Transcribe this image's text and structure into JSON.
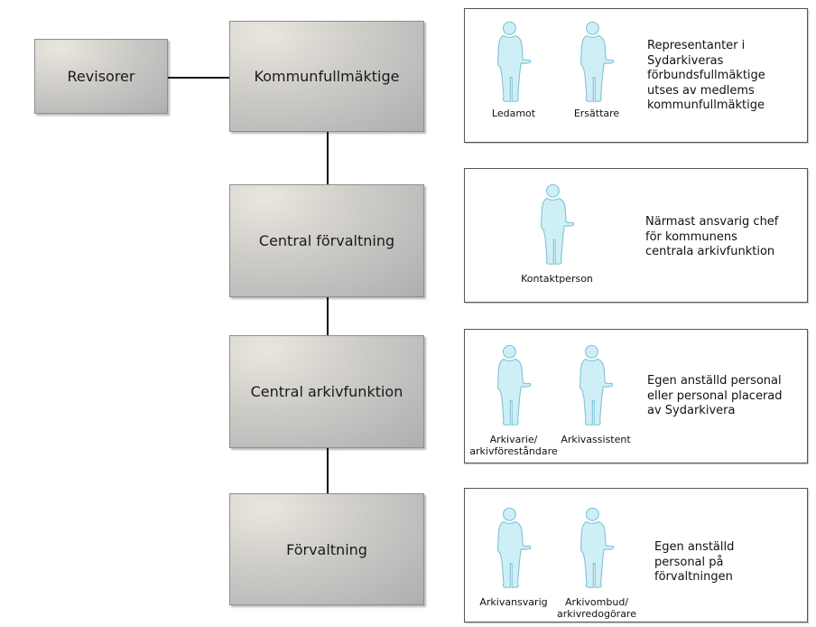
{
  "org_boxes": {
    "revisorer": "Revisorer",
    "kommunfullmaktige": "Kommunfullmäktige",
    "central_forvaltning": "Central förvaltning",
    "central_arkivfunktion": "Central arkivfunktion",
    "forvaltning": "Förvaltning"
  },
  "panels": {
    "kommunfullmaktige": {
      "text": "Representanter i\nSydarkiveras\nförbundsfullmäktige\nutses av medlems\nkommunfullmäktige",
      "persons": [
        "Ledamot",
        "Ersättare"
      ]
    },
    "central_forvaltning": {
      "text": "Närmast ansvarig chef\nför kommunens\ncentrala arkivfunktion",
      "persons": [
        "Kontaktperson"
      ]
    },
    "central_arkivfunktion": {
      "text": "Egen anställd personal\neller personal placerad\nav Sydarkivera",
      "persons": [
        "Arkivarie/\narkivföreståndare",
        "Arkivassistent"
      ]
    },
    "forvaltning": {
      "text": "Egen anställd\npersonal på\nförvaltningen",
      "persons": [
        "Arkivansvarig",
        "Arkivombud/\narkivredogörare"
      ]
    }
  },
  "colors": {
    "person_fill": "#cfeff6",
    "person_stroke": "#7fc3d6",
    "box_border": "#8e8e8e",
    "connector": "#111111"
  }
}
